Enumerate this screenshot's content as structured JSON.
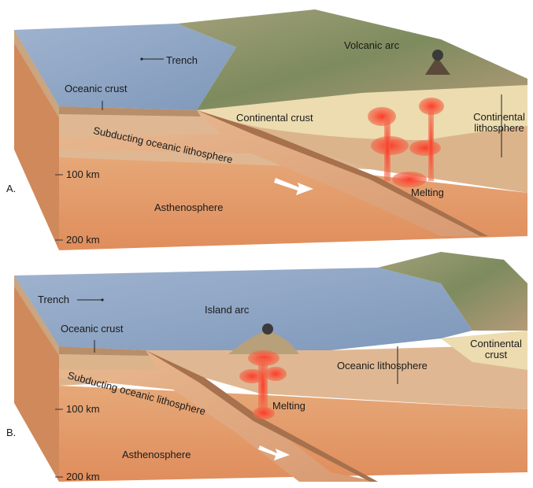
{
  "diagram_a": {
    "panel_letter": "A.",
    "labels": {
      "trench": "Trench",
      "volcanic_arc": "Volcanic arc",
      "oceanic_crust": "Oceanic crust",
      "continental_crust": "Continental crust",
      "continental_lithosphere_1": "Continental",
      "continental_lithosphere_2": "lithosphere",
      "subducting_lithosphere": "Subducting oceanic lithosphere",
      "depth_100": "100 km",
      "depth_200": "200 km",
      "asthenosphere": "Asthenosphere",
      "melting": "Melting"
    }
  },
  "diagram_b": {
    "panel_letter": "B.",
    "labels": {
      "trench": "Trench",
      "island_arc": "Island arc",
      "oceanic_crust": "Oceanic crust",
      "continental_crust_1": "Continental",
      "continental_crust_2": "crust",
      "oceanic_lithosphere": "Oceanic lithosphere",
      "subducting_lithosphere": "Subducting oceanic lithosphere",
      "depth_100": "100 km",
      "depth_200": "200 km",
      "asthenosphere": "Asthenosphere",
      "melting": "Melting"
    }
  },
  "colors": {
    "ocean": "#8fa6c4",
    "land": "#8e9a6e",
    "continental_crust": "#eadcae",
    "lithosphere": "#d9b48a",
    "asthenosphere": "#e39a6a",
    "melt": "#ef4a3a",
    "side_face": "#d28a5c"
  }
}
